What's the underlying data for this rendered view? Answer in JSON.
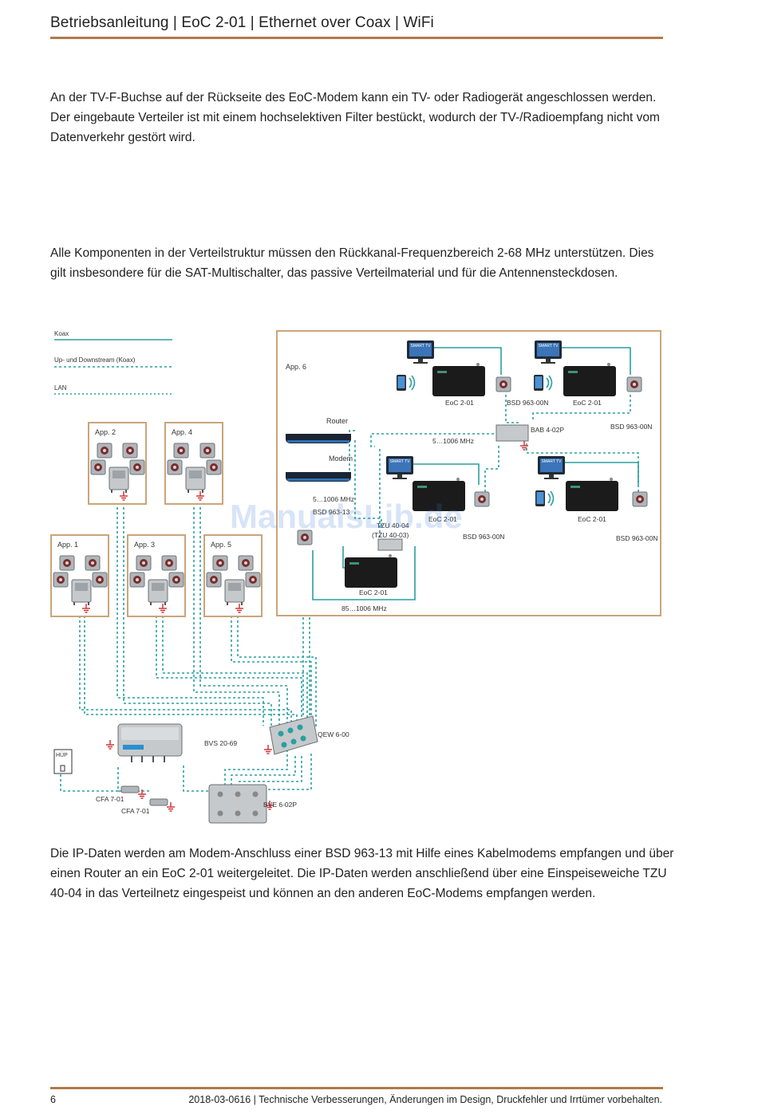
{
  "header": {
    "title": "Betriebsanleitung | EoC 2-01 | Ethernet over Coax | WiFi"
  },
  "paragraphs": [
    "An der TV-F-Buchse auf der Rückseite des EoC-Modem kann ein TV- oder Radiogerät angeschlossen werden. Der eingebaute Verteiler ist mit einem hochselektiven Filter bestückt, wodurch der TV-/Radioempfang nicht vom Datenverkehr gestört wird.",
    "Alle Komponenten in der Verteilstruktur müssen den Rückkanal-Frequenzbereich 2-68 MHz unterstützen. Dies gilt insbesondere für die SAT-Multischalter, das passive Verteilmaterial und für die Antennensteckdosen.",
    "Die IP-Daten werden am Modem-Anschluss einer BSD 963-13 mit Hilfe eines Kabelmodems empfangen und über einen Router an ein EoC 2-01 weitergeleitet. Die IP-Daten werden anschließend über eine Einspeiseweiche TZU 40-04 in das Verteilnetz eingespeist und können an den anderen EoC-Modems empfangen werden."
  ],
  "diagram": {
    "legend": {
      "coax": "Koax",
      "updown": "Up- und Downstream (Koax)",
      "lan": "LAN"
    },
    "apartments": {
      "app1": "App. 1",
      "app2": "App. 2",
      "app3": "App. 3",
      "app4": "App. 4",
      "app5": "App. 5",
      "app6": "App. 6"
    },
    "labels": {
      "router": "Router",
      "modem": "Modem",
      "freq_5_1006_left": "5…1006 MHz",
      "bsd_963_13": "BSD 963-13",
      "tzu_40_04": "TZU 40-04",
      "tzu_40_03": "(TZU 40-03)",
      "eoc_center": "EoC 2-01",
      "freq_85_1006": "85…1006 MHz",
      "eoc_top_left": "EoC 2-01",
      "eoc_top_right": "EoC 2-01",
      "eoc_mid_left": "EoC 2-01",
      "eoc_mid_right": "EoC 2-01",
      "bsd_top_left": "BSD 963-00N",
      "bsd_top_right": "BSD 963-00N",
      "bsd_mid_left": "BSD 963-00N",
      "bsd_mid_right": "BSD 963-00N",
      "bab_4_02p": "BAB 4-02P",
      "freq_5_1006_top": "5…1006 MHz",
      "qew_6_00": "QEW 6-00",
      "bvs_20_69": "BVS 20-69",
      "hup": "HÜP",
      "cfa_1": "CFA 7-01",
      "cfa_2": "CFA 7-01",
      "bve_6_02p": "BVE 6-02P",
      "smart_tv_text": "SMART TV",
      "watermark": "ManualsLib.de"
    },
    "colors": {
      "border": "#c9a57a",
      "teal": "#2a9fa0",
      "red": "#cc2a2a",
      "dark": "#1b1b1b"
    }
  },
  "footer": {
    "page": "6",
    "note": "2018-03-0616 | Technische Verbesserungen, Änderungen im Design, Druckfehler und Irrtümer vorbehalten."
  }
}
